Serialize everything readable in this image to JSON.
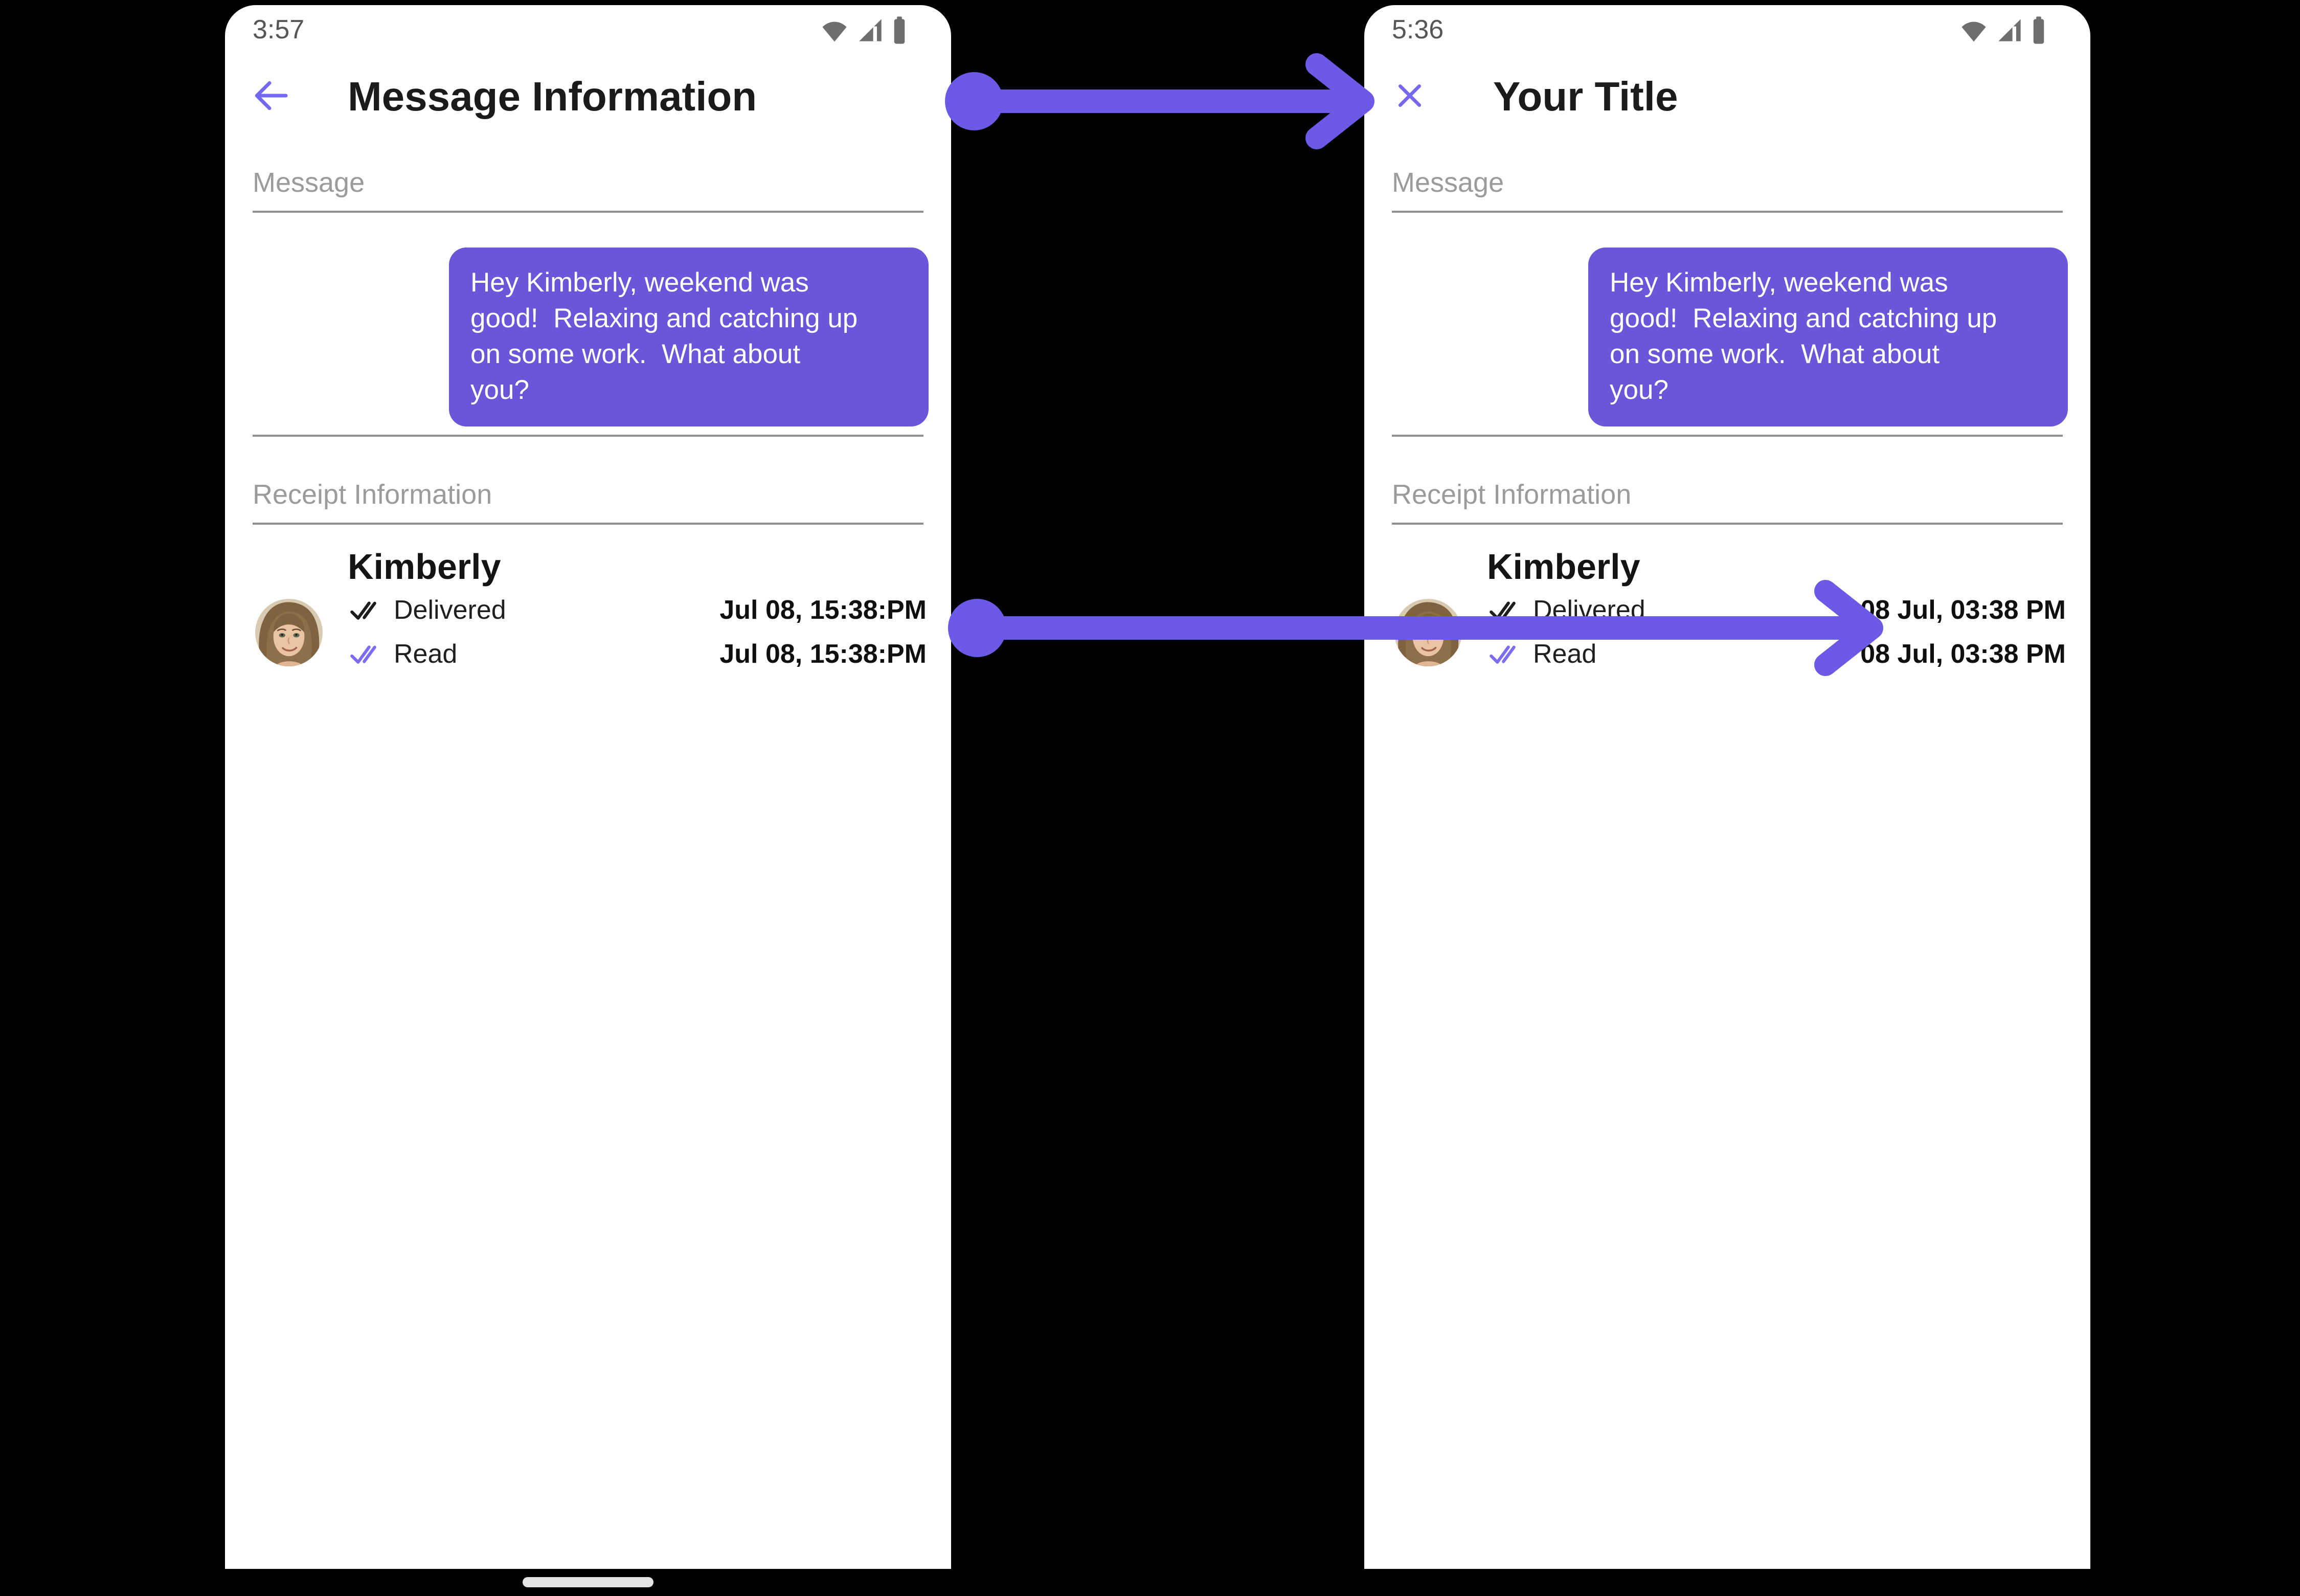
{
  "colors": {
    "accent": "#7668EE",
    "arrow": "#6B5AE6",
    "bubble": "#6A56D8",
    "read_check": "#7B6CF0",
    "delivered_check": "#1d1d1f",
    "section_label": "#9b9b9b",
    "divider": "#8f8f8f",
    "time_text": "#565656",
    "status_icon": "#6e6e6e",
    "title_text": "#1b1b1b",
    "timestamp_text": "#0f0f0f"
  },
  "left_phone": {
    "status_bar": {
      "time": "3:57"
    },
    "header": {
      "title": "Message Information"
    },
    "message_section": {
      "label": "Message",
      "bubble": {
        "text": "Hey Kimberly, weekend was good!  Relaxing and catching up on some work.  What about you?",
        "lines": [
          "Hey Kimberly, weekend was",
          "good!  Relaxing and catching up",
          "on some work.  What about",
          "you?"
        ]
      }
    },
    "receipt_section": {
      "label": "Receipt Information",
      "contact_name": "Kimberly",
      "rows": [
        {
          "status": "Delivered",
          "timestamp": "Jul 08, 15:38:PM"
        },
        {
          "status": "Read",
          "timestamp": "Jul 08, 15:38:PM"
        }
      ]
    }
  },
  "right_phone": {
    "status_bar": {
      "time": "5:36"
    },
    "header": {
      "title": "Your Title"
    },
    "message_section": {
      "label": "Message",
      "bubble": {
        "text": "Hey Kimberly, weekend was good!  Relaxing and catching up on some work.  What about you?",
        "lines": [
          "Hey Kimberly, weekend was",
          "good!  Relaxing and catching up",
          "on some work.  What about",
          "you?"
        ]
      }
    },
    "receipt_section": {
      "label": "Receipt Information",
      "contact_name": "Kimberly",
      "rows": [
        {
          "status": "Delivered",
          "timestamp": "08 Jul, 03:38 PM"
        },
        {
          "status": "Read",
          "timestamp": "08 Jul, 03:38 PM"
        }
      ]
    }
  }
}
